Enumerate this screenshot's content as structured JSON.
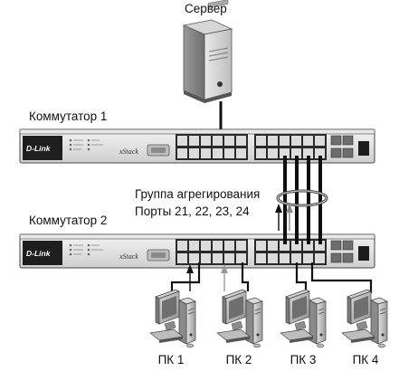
{
  "labels": {
    "server": "Сервер",
    "switch1": "Коммутатор 1",
    "switch2": "Коммутатор 2",
    "aggregation_line1": "Группа агрегирования",
    "aggregation_line2": "Порты 21, 22, 23, 24"
  },
  "pcs": [
    {
      "label": "ПК 1"
    },
    {
      "label": "ПК 2"
    },
    {
      "label": "ПК 3"
    },
    {
      "label": "ПК 4"
    }
  ],
  "switch_brand": "D-Link",
  "switch_stack_mark": "xStack",
  "icons": {
    "server": "server-icon",
    "switch": "switch-icon",
    "pc": "pc-icon",
    "aggregation": "aggregation-ellipse-icon",
    "arrow": "arrow-up-icon"
  }
}
